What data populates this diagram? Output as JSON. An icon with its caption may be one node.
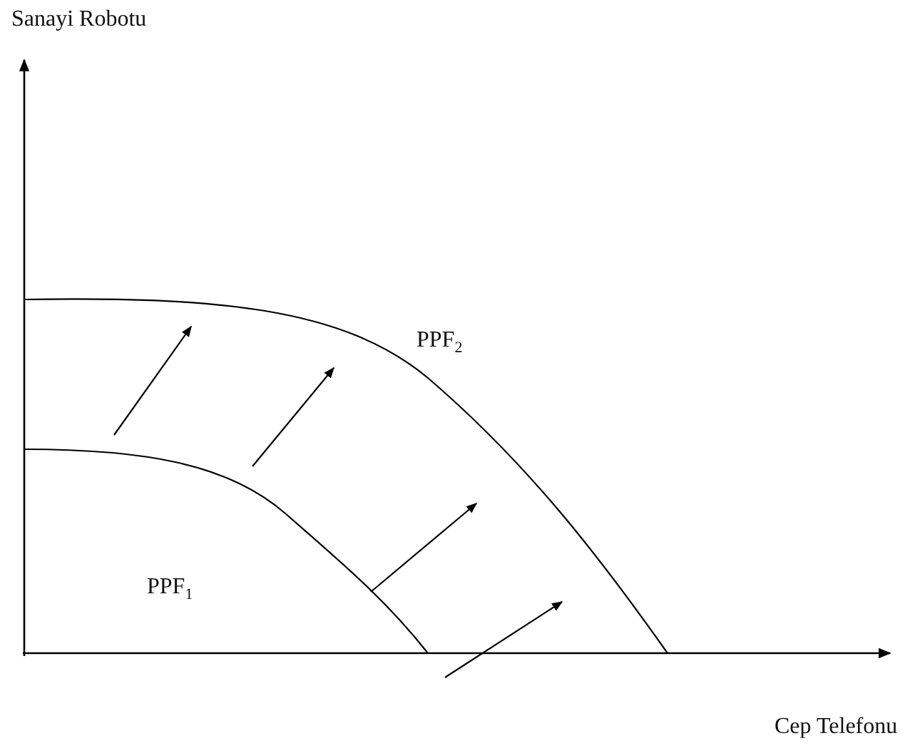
{
  "diagram": {
    "labels": [
      "Sanayi Robotu",
      "PPF$_{2}$",
      "PPF$_{1}$",
      "Cep Telefonu"
    ]
  }
}
